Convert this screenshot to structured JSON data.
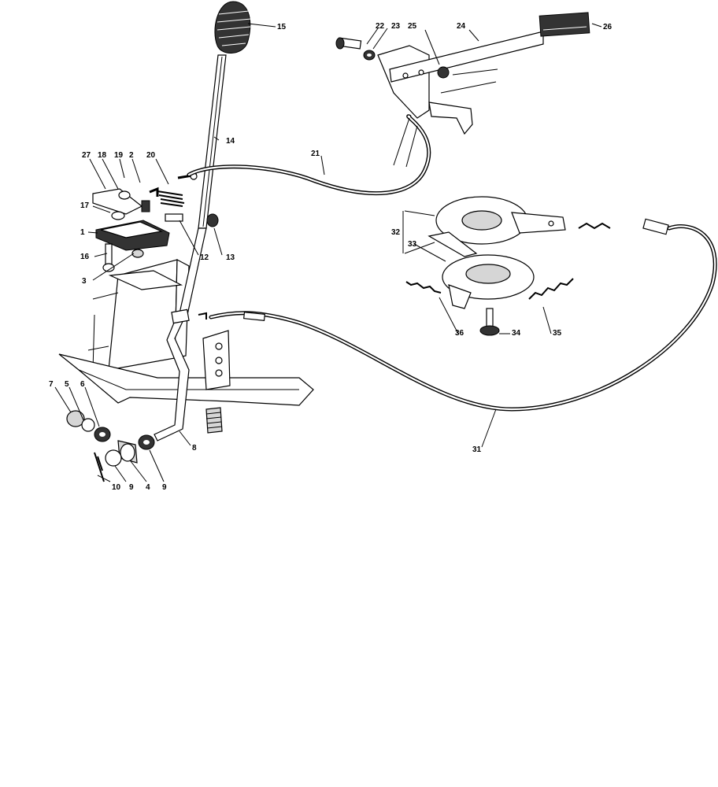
{
  "diagram": {
    "labels": {
      "p1": "1",
      "p2": "2",
      "p3": "3",
      "p4": "4",
      "p5": "5",
      "p6": "6",
      "p7": "7",
      "p8": "8",
      "p9a": "9",
      "p9b": "9",
      "p10": "10",
      "p12": "12",
      "p13": "13",
      "p14": "14",
      "p15": "15",
      "p16": "16",
      "p17": "17",
      "p18": "18",
      "p19": "19",
      "p20": "20",
      "p21": "21",
      "p22": "22",
      "p23": "23",
      "p24": "24",
      "p25": "25",
      "p26": "26",
      "p27": "27",
      "p31": "31",
      "p32": "32",
      "p33": "33",
      "p34": "34",
      "p35": "35",
      "p36": "36"
    }
  }
}
